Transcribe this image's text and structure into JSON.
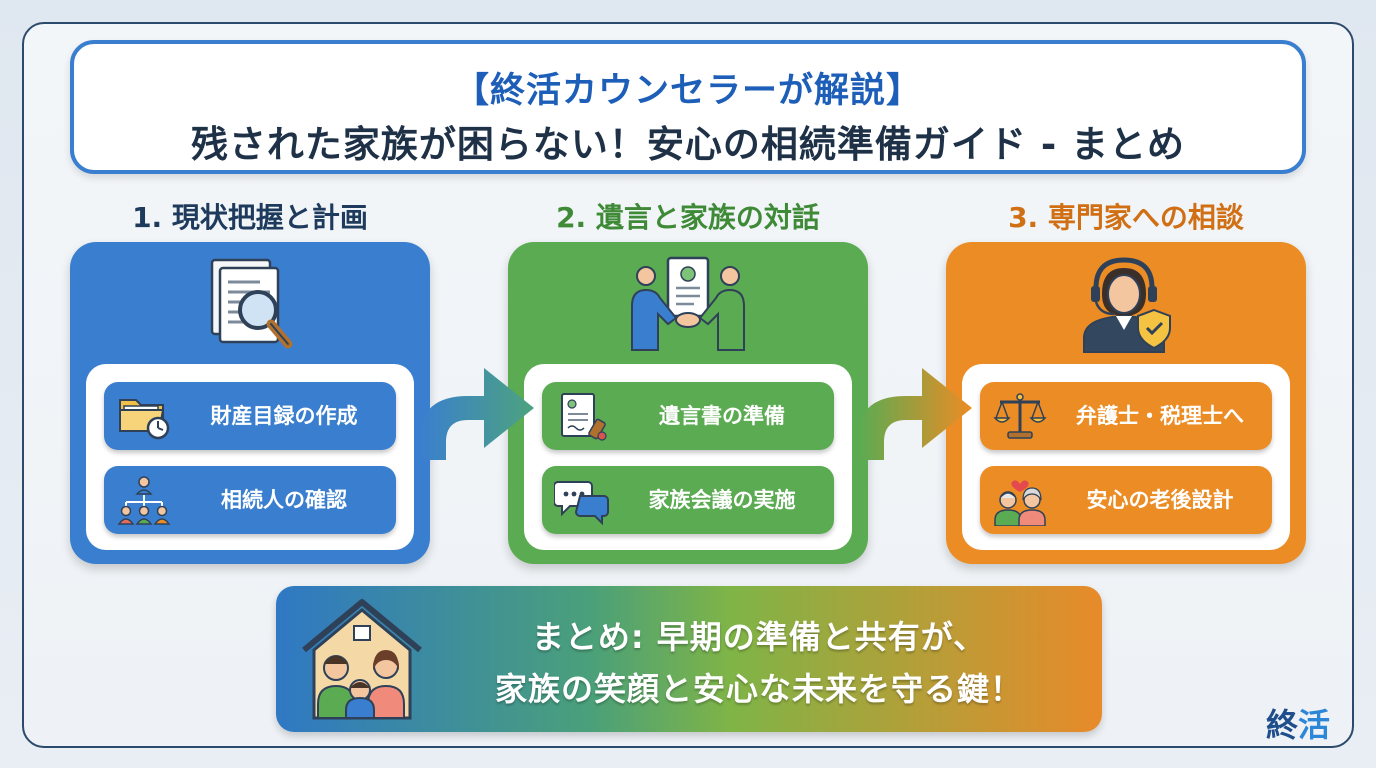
{
  "title": {
    "line1": "【終活カウンセラーが解説】",
    "line2": "残された家族が困らない！安心の相続準備ガイド - まとめ"
  },
  "steps": [
    {
      "heading": "1. 現状把握と計画",
      "color": "#3a7fcf",
      "heading_color": "#1e3a5c",
      "icon": "document-magnifier-icon",
      "items": [
        {
          "label": "財産目録の作成",
          "icon": "folder-clock-icon"
        },
        {
          "label": "相続人の確認",
          "icon": "family-tree-icon"
        }
      ]
    },
    {
      "heading": "2. 遺言と家族の対話",
      "color": "#5aab52",
      "heading_color": "#3e8a37",
      "icon": "handshake-document-icon",
      "items": [
        {
          "label": "遺言書の準備",
          "icon": "will-document-icon"
        },
        {
          "label": "家族会議の実施",
          "icon": "chat-bubbles-icon"
        }
      ]
    },
    {
      "heading": "3. 専門家への相談",
      "color": "#ec8c25",
      "heading_color": "#d06f14",
      "icon": "counselor-shield-icon",
      "items": [
        {
          "label": "弁護士・税理士へ",
          "icon": "scales-icon"
        },
        {
          "label": "安心の老後設計",
          "icon": "elderly-couple-icon"
        }
      ]
    }
  ],
  "summary": {
    "line1": "まとめ: 早期の準備と共有が、",
    "line2": "家族の笑顔と安心な未来を守る鍵！",
    "icon": "family-house-icon"
  },
  "logo": {
    "part1": "終",
    "part2": "活"
  }
}
